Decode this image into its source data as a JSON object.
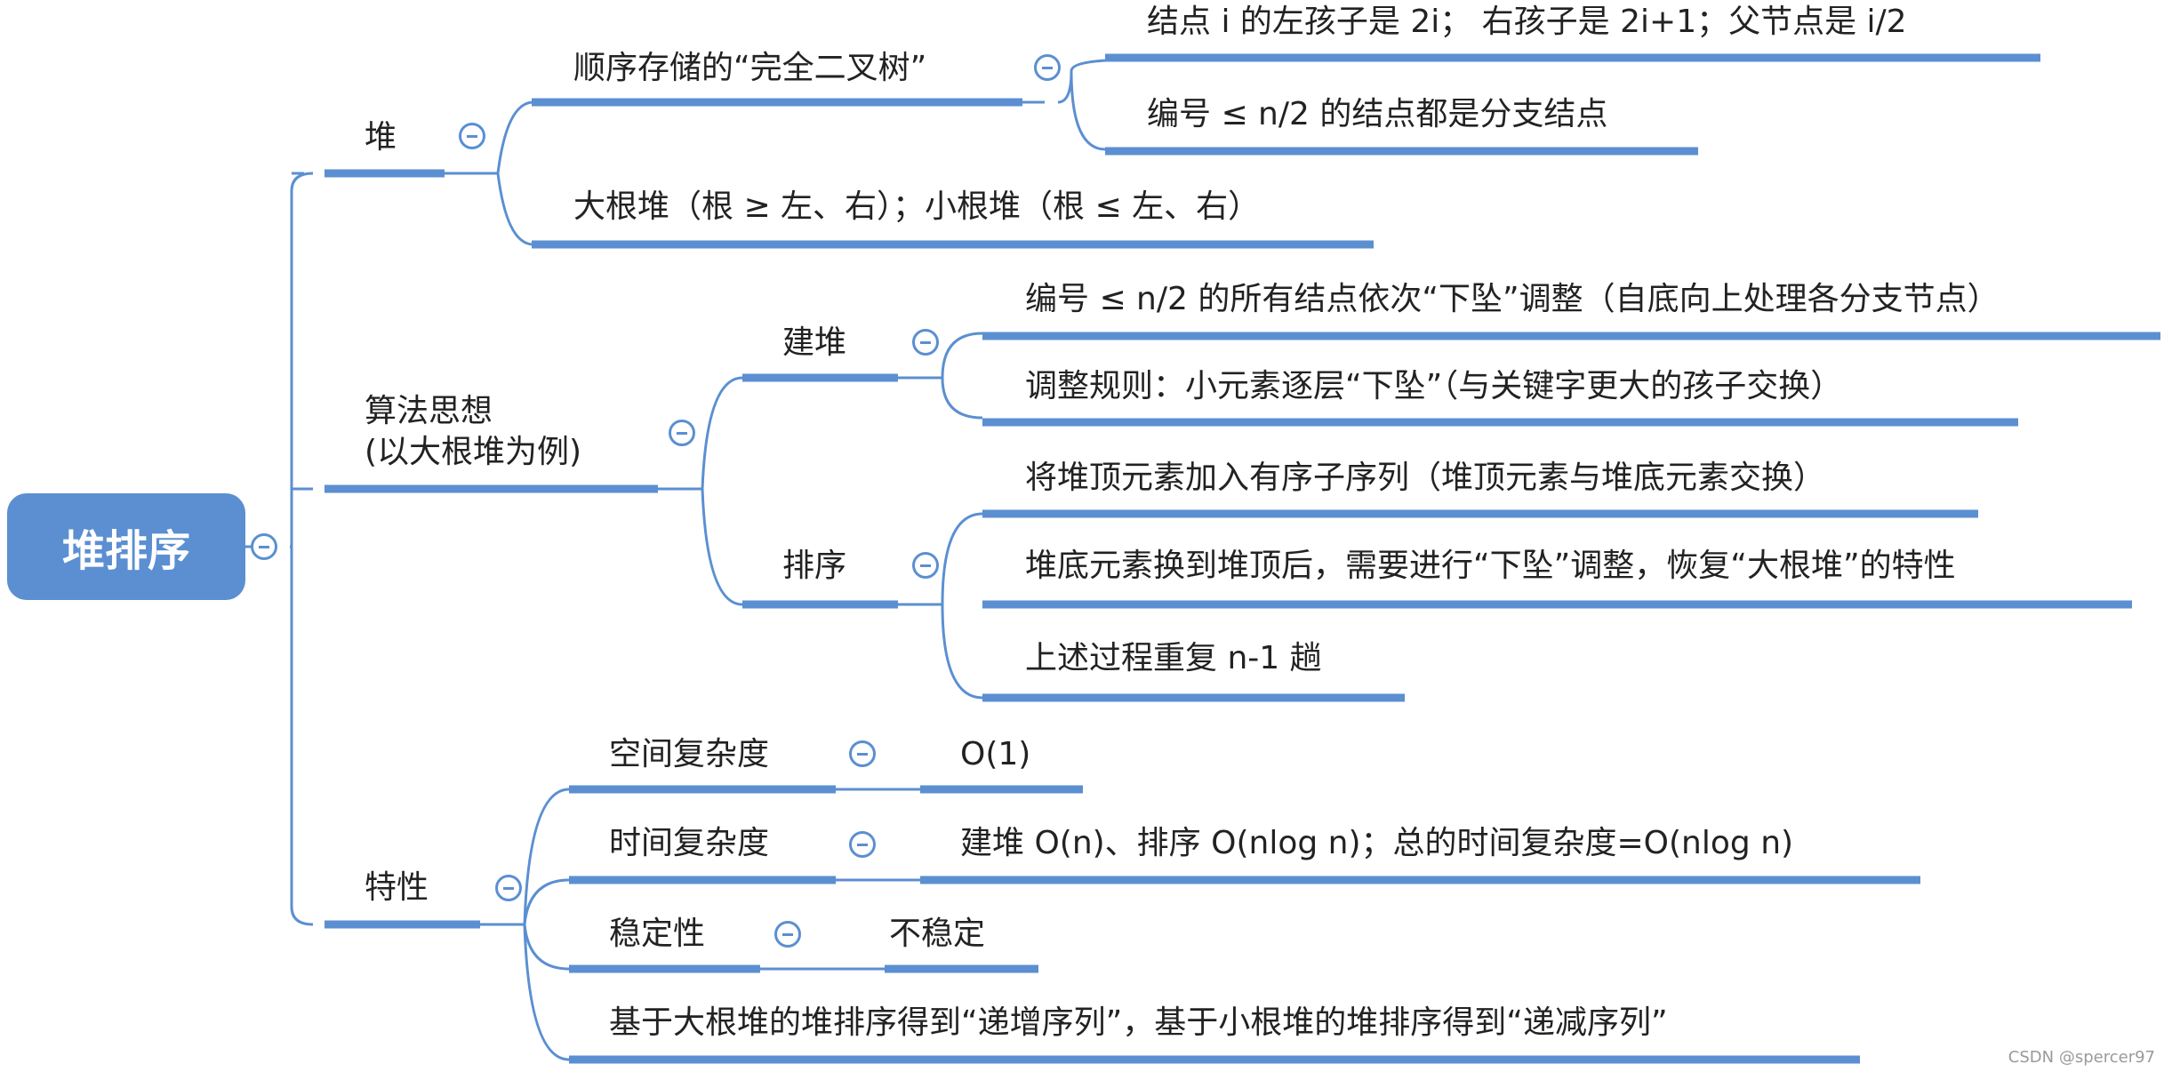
{
  "root": {
    "label": "堆排序"
  },
  "branches": {
    "heap": {
      "label": "堆",
      "sequential": "顺序存储的“完全二叉树”",
      "children_rule": "结点 i 的左孩子是 2i； 右孩子是 2i+1；父节点是 i/2",
      "branch_nodes": "编号 ≤ n/2 的结点都是分支结点",
      "types": "大根堆（根 ≥ 左、右）；小根堆（根 ≤ 左、右）"
    },
    "algorithm": {
      "label": "算法思想\n(以大根堆为例)",
      "build": {
        "label": "建堆",
        "step1": "编号 ≤ n/2 的所有结点依次“下坠”调整（自底向上处理各分支节点）",
        "step2": "调整规则：小元素逐层“下坠”（与关键字更大的孩子交换）"
      },
      "sort": {
        "label": "排序",
        "step1": "将堆顶元素加入有序子序列（堆顶元素与堆底元素交换）",
        "step2": "堆底元素换到堆顶后，需要进行“下坠”调整，恢复“大根堆”的特性",
        "step3": "上述过程重复 n-1 趟"
      }
    },
    "properties": {
      "label": "特性",
      "space": {
        "label": "空间复杂度",
        "value": "O(1)"
      },
      "time": {
        "label": "时间复杂度",
        "value": "建堆 O(n)、排序 O(nlog n)；总的时间复杂度=O(nlog n)"
      },
      "stability": {
        "label": "稳定性",
        "value": "不稳定"
      },
      "note": "基于大根堆的堆排序得到“递增序列”，基于小根堆的堆排序得到“递减序列”"
    }
  },
  "watermark": "CSDN @spercer97",
  "colors": {
    "line": "#5b8fd1",
    "root_fill": "#5b8fd1",
    "text": "#222222"
  }
}
